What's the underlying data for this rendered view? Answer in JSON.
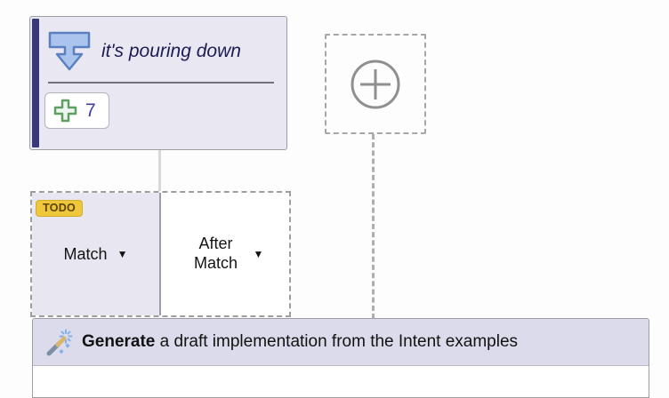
{
  "canvas": {
    "background": "#fdfdfd"
  },
  "intent_node": {
    "label": "it's pouring down",
    "examples_count": "7",
    "accent_color": "#3a3a78",
    "icon": "intent-funnel-icon",
    "icon_fill": "#abc4ed",
    "icon_stroke": "#5b80bf",
    "plus_color": "#5f9f63"
  },
  "add_node": {
    "icon": "circle-plus-icon",
    "color": "#8f8f8f"
  },
  "todo_node": {
    "badge": "TODO",
    "badge_bg": "#eec73c",
    "badge_text_color": "#5d4200",
    "match_label": "Match",
    "after_match_label": "After Match",
    "dropdown_glyph": "▼"
  },
  "generate_bar": {
    "icon": "magic-wand-icon",
    "action_word": "Generate",
    "description": " a draft implementation from the Intent examples",
    "background": "#dcdbeb"
  }
}
